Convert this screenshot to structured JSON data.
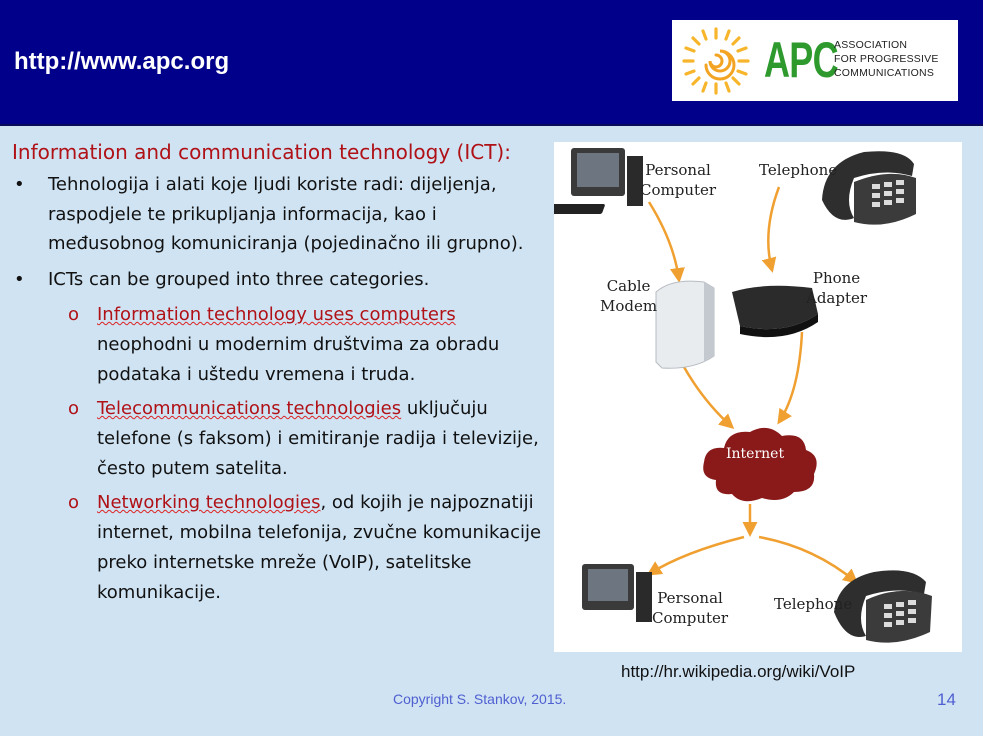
{
  "header": {
    "title": "http://www.apc.org",
    "logo": {
      "mark": "APC",
      "lines": [
        "ASSOCIATION",
        "FOR PROGRESSIVE",
        "COMMUNICATIONS"
      ],
      "icon": "sun-spiral-icon"
    }
  },
  "content": {
    "heading": "Information and communication technology (ICT):",
    "bullets": [
      "Tehnologija i alati koje ljudi koriste radi: dijeljenja,  raspodjele te prikupljanja informacija, kao i međusobnog komuniciranja (pojedinačno ili grupno).",
      "ICTs can be grouped into three categories."
    ],
    "categories": [
      {
        "title": "Information technology uses computers",
        "text": " neophodni u modernim društvima za obradu podataka i uštedu vremena i truda."
      },
      {
        "title": "Telecommunications technologies",
        "text": " uključuju telefone (s faksom) i emitiranje radija i televizije, često putem satelita."
      },
      {
        "title": "Networking technologies",
        "text": ", od kojih je najpoznatiji internet, mobilna telefonija, zvučne komunikacije preko internetske mreže (VoIP), satelitske komunikacije."
      }
    ]
  },
  "diagram": {
    "labels": {
      "pc_top": "Personal\nComputer",
      "phone_top": "Telephone",
      "cable_modem": "Cable\nModem",
      "phone_adapter": "Phone\nAdapter",
      "internet": "Internet",
      "pc_bottom": "Personal\nComputer",
      "phone_bottom": "Telephone"
    },
    "colors": {
      "arrow": "#f0a030",
      "cloud": "#8a1a1a"
    }
  },
  "footer": {
    "source_url": "http://hr.wikipedia.org/wiki/VoIP",
    "copyright": "Copyright S. Stankov, 2015.",
    "page_number": "14"
  }
}
